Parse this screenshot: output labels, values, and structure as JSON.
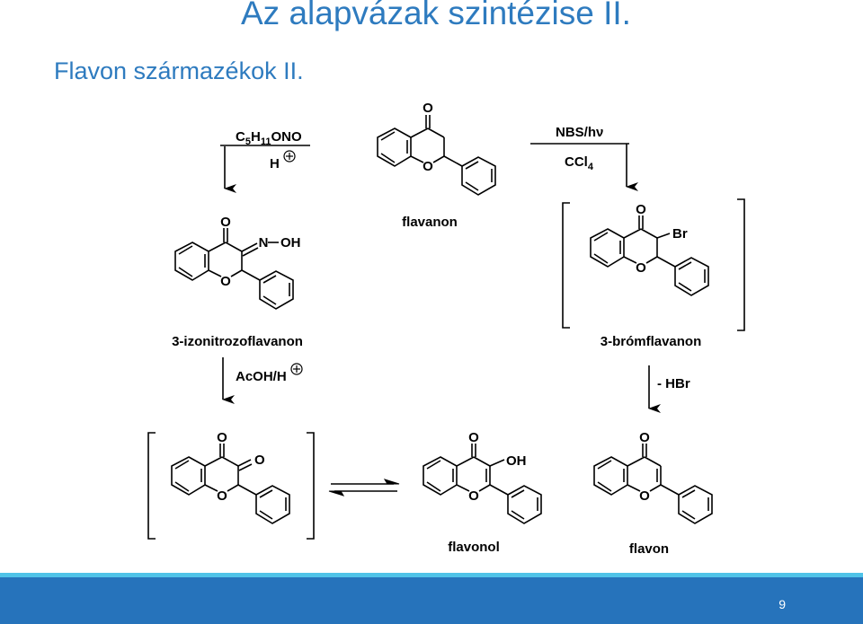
{
  "slide": {
    "title": "Az alapvázak szintézise II.",
    "subtitle": "Flavon származékok II.",
    "page_number": "9",
    "colors": {
      "title": "#2e7bbf",
      "footer": "#2673bb",
      "footer_line": "#4fc3e8",
      "ink": "#000000"
    }
  },
  "scheme": {
    "reagent_1": {
      "formula": [
        "C",
        "5",
        "H",
        "11",
        "ONO"
      ],
      "acid": "H"
    },
    "reagent_2": {
      "line1": "NBS/hν",
      "line2": [
        "CCl",
        "4"
      ]
    },
    "reagent_3": {
      "text": "AcOH/H"
    },
    "reagent_4": {
      "text": "- HBr"
    },
    "labels": {
      "flavanon": "flavanon",
      "izonitrozo": "3-izonitrozoflavanon",
      "bromflavanon": "3-brómflavanon",
      "flavonol": "flavonol",
      "flavon": "flavon"
    },
    "atoms": {
      "O": "O",
      "N": "N",
      "OH": "OH",
      "Br": "Br"
    }
  }
}
